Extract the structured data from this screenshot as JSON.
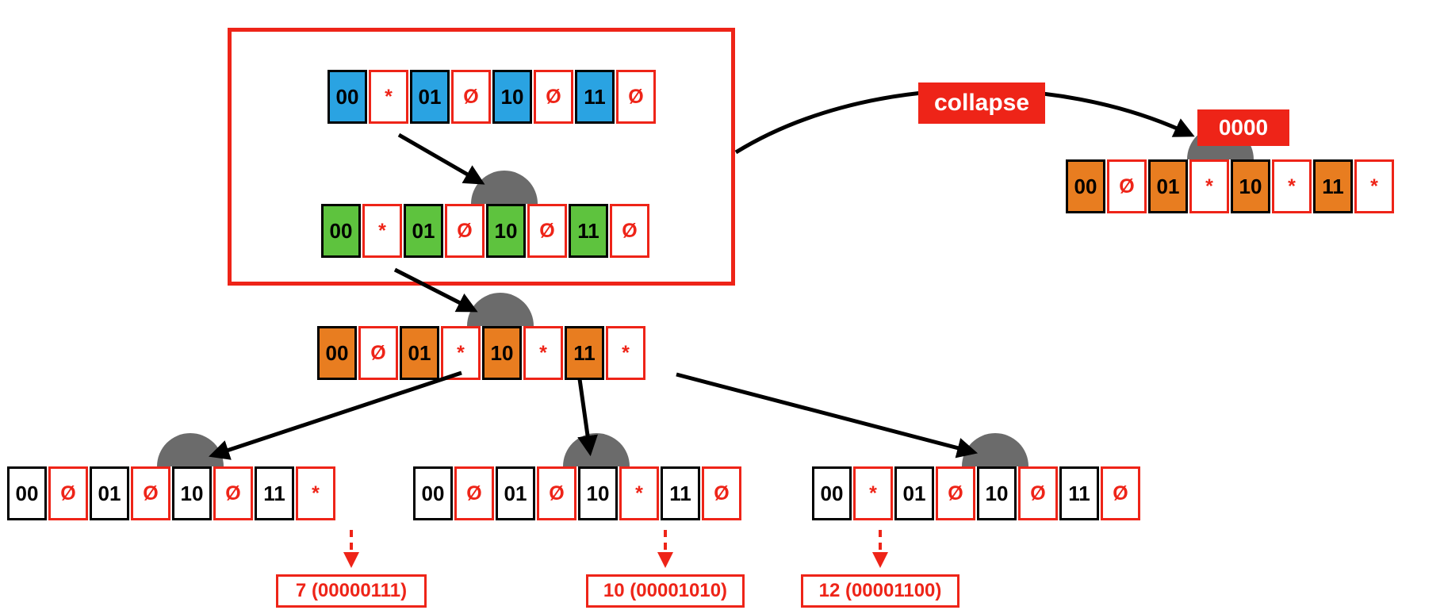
{
  "labels": {
    "collapse": "collapse",
    "collapsed_prefix": "0000"
  },
  "nodes": {
    "root": {
      "color": "blue",
      "cells": [
        "00",
        "*",
        "01",
        "Ø",
        "10",
        "Ø",
        "11",
        "Ø"
      ]
    },
    "level2": {
      "color": "green",
      "cells": [
        "00",
        "*",
        "01",
        "Ø",
        "10",
        "Ø",
        "11",
        "Ø"
      ]
    },
    "level3": {
      "color": "orange",
      "cells": [
        "00",
        "Ø",
        "01",
        "*",
        "10",
        "*",
        "11",
        "*"
      ]
    },
    "collapsed": {
      "color": "orange",
      "cells": [
        "00",
        "Ø",
        "01",
        "*",
        "10",
        "*",
        "11",
        "*"
      ]
    },
    "leaf_left": {
      "color": "white",
      "cells": [
        "00",
        "Ø",
        "01",
        "Ø",
        "10",
        "Ø",
        "11",
        "*"
      ]
    },
    "leaf_mid": {
      "color": "white",
      "cells": [
        "00",
        "Ø",
        "01",
        "Ø",
        "10",
        "*",
        "11",
        "Ø"
      ]
    },
    "leaf_right": {
      "color": "white",
      "cells": [
        "00",
        "*",
        "01",
        "Ø",
        "10",
        "Ø",
        "11",
        "Ø"
      ]
    }
  },
  "leaf_values": {
    "left": "7 (00000111)",
    "mid": "10 (00001010)",
    "right": "12 (00001100)"
  },
  "colors": {
    "red": "#ee2418",
    "blue": "#2aa3e2",
    "green": "#5ec33e",
    "orange": "#e87d20",
    "gray": "#6b6b6b"
  }
}
